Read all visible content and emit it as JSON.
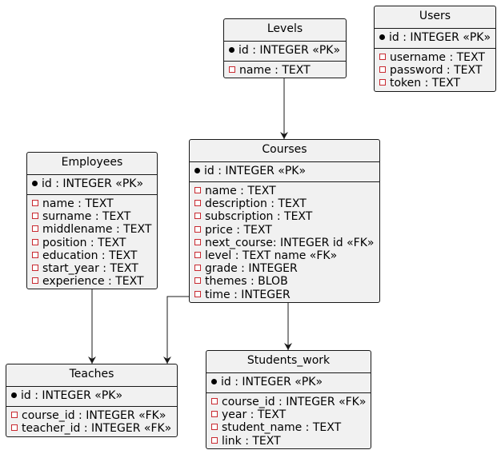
{
  "diagram": {
    "entities": [
      {
        "id": "levels",
        "title": "Levels",
        "pk": "id : INTEGER «PK»",
        "fields": [
          "name : TEXT"
        ]
      },
      {
        "id": "users",
        "title": "Users",
        "pk": "id : INTEGER «PK»",
        "fields": [
          "username : TEXT",
          "password : TEXT",
          "token : TEXT"
        ]
      },
      {
        "id": "employees",
        "title": "Employees",
        "pk": "id : INTEGER «PK»",
        "fields": [
          "name : TEXT",
          "surname : TEXT",
          "middlename : TEXT",
          "position : TEXT",
          "education : TEXT",
          "start_year : TEXT",
          "experience : TEXT"
        ]
      },
      {
        "id": "courses",
        "title": "Courses",
        "pk": "id : INTEGER «PK»",
        "fields": [
          "name : TEXT",
          "description : TEXT",
          "subscription : TEXT",
          "price : TEXT",
          "next_course: INTEGER id «FK»",
          "level : TEXT name «FK»",
          "grade : INTEGER",
          "themes : BLOB",
          "time : INTEGER"
        ]
      },
      {
        "id": "teaches",
        "title": "Teaches",
        "pk": "id : INTEGER «PK»",
        "fields": [
          "course_id : INTEGER «FK»",
          "teacher_id : INTEGER «FK»"
        ]
      },
      {
        "id": "students_work",
        "title": "Students_work",
        "pk": "id : INTEGER «PK»",
        "fields": [
          "course_id : INTEGER «FK»",
          "year : TEXT",
          "student_name : TEXT",
          "link : TEXT"
        ]
      }
    ],
    "relations": [
      {
        "from": "levels",
        "to": "courses"
      },
      {
        "from": "employees",
        "to": "teaches"
      },
      {
        "from": "courses",
        "to": "teaches"
      },
      {
        "from": "courses",
        "to": "students_work"
      }
    ],
    "colors": {
      "entity_fill": "#f1f1f1",
      "border": "#181818",
      "field_marker": "#c82930",
      "line": "#181818"
    }
  }
}
